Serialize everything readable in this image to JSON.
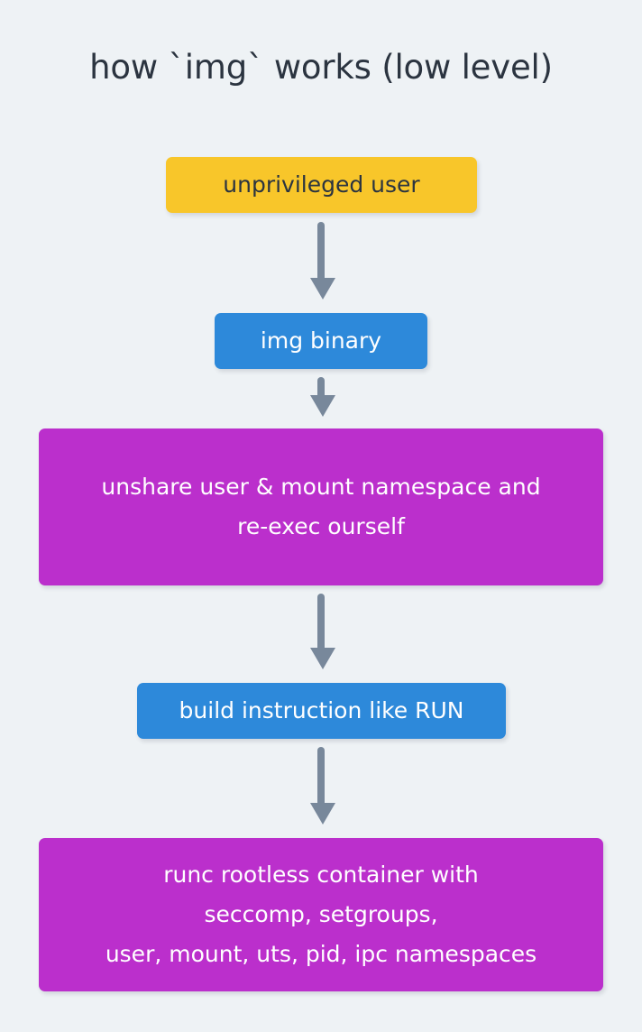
{
  "diagram": {
    "title": "how `img` works (low level)",
    "background_color": "#eef2f5",
    "title_color": "#2b3440",
    "arrow_color": "#78889b",
    "nodes": [
      {
        "id": "unprivileged-user",
        "label": "unprivileged user",
        "fill": "#f8c62a",
        "text_color": "#2b3440"
      },
      {
        "id": "img-binary",
        "label": "img binary",
        "fill": "#2d89da",
        "text_color": "#ffffff"
      },
      {
        "id": "unshare",
        "label": "unshare user & mount namespace and\nre-exec ourself",
        "fill": "#bb2fcc",
        "text_color": "#ffffff"
      },
      {
        "id": "build-instruction",
        "label": "build instruction like RUN",
        "fill": "#2d89da",
        "text_color": "#ffffff"
      },
      {
        "id": "runc-container",
        "label": "runc rootless container with\nseccomp, setgroups,\nuser, mount, uts, pid, ipc namespaces",
        "fill": "#bb2fcc",
        "text_color": "#ffffff"
      }
    ],
    "edges": [
      {
        "id": "edge-1",
        "from": "unprivileged-user",
        "to": "img-binary",
        "icon": "down-arrow-icon"
      },
      {
        "id": "edge-2",
        "from": "img-binary",
        "to": "unshare",
        "icon": "down-arrow-icon"
      },
      {
        "id": "edge-3",
        "from": "unshare",
        "to": "build-instruction",
        "icon": "down-arrow-icon"
      },
      {
        "id": "edge-4",
        "from": "build-instruction",
        "to": "runc-container",
        "icon": "down-arrow-icon"
      }
    ]
  }
}
